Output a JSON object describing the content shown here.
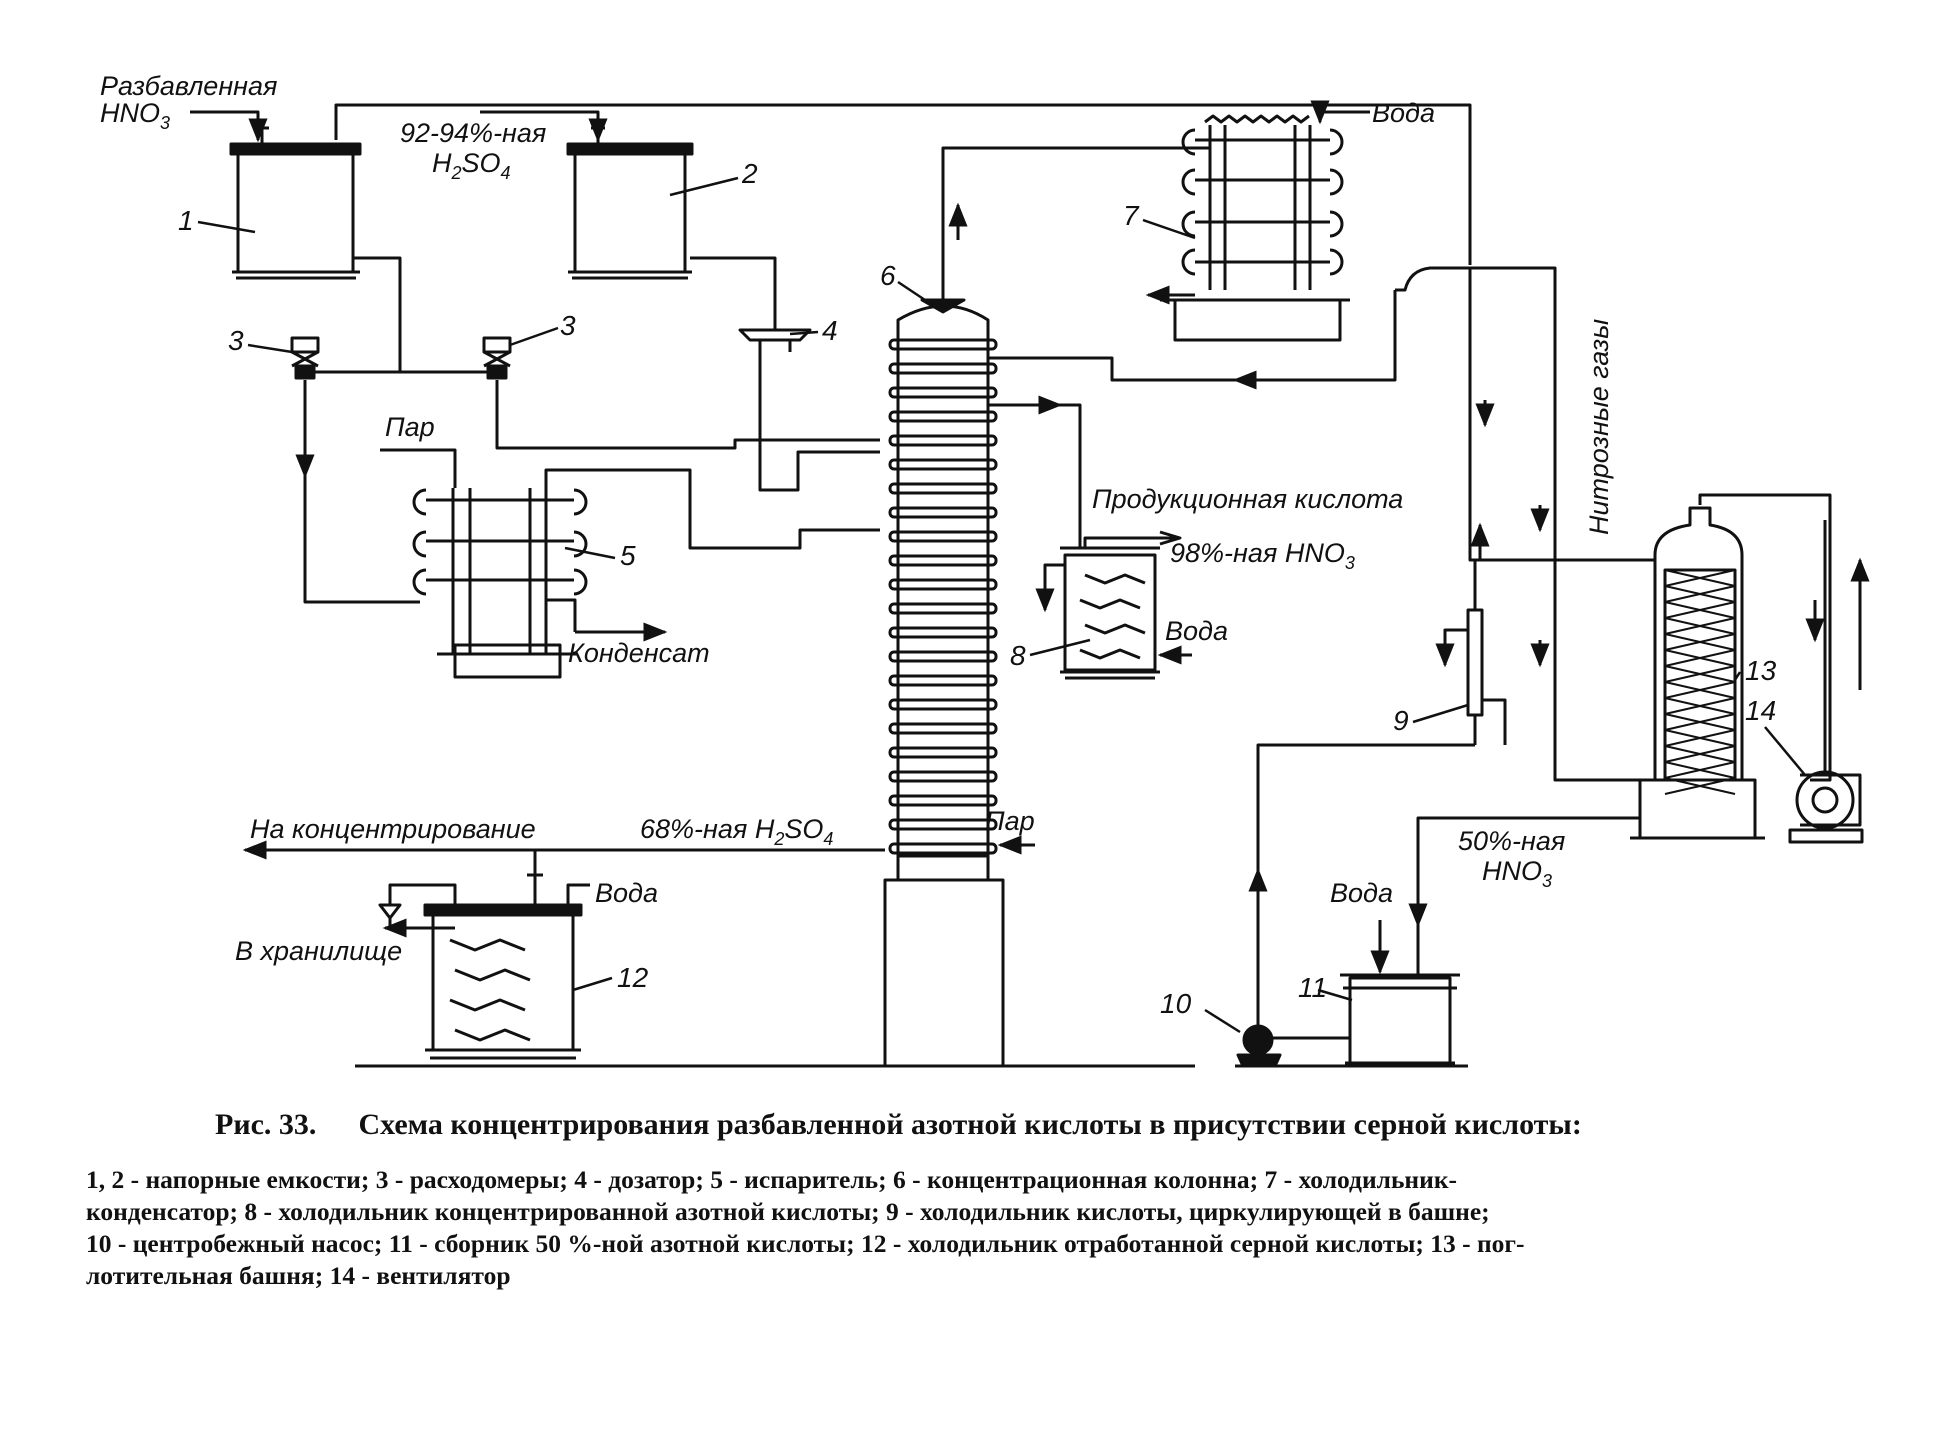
{
  "labels": {
    "dilute_hno3_word": "Разбавленная",
    "dilute_hno3_formula": "HNO",
    "formula_sub_3": "3",
    "h2so4_conc": "92-94%-ная",
    "h2so4_formula_h": "H",
    "h2so4_sub2": "2",
    "h2so4_formula_so": "SO",
    "h2so4_sub4": "4",
    "water_top": "Вода",
    "steam_evaporator": "Пар",
    "condensate": "Конденсат",
    "product_acid": "Продукционная кислота",
    "hno3_98_prefix": "98%-ная HNO",
    "water_cooler8": "Вода",
    "nitrous_gases": "Нитрозные газы",
    "to_concentration": "На концентрирование",
    "h2so4_68_prefix": "68%-ная H",
    "steam_column": "Пар",
    "water_cooler12": "Вода",
    "to_storage": "В хранилище",
    "hno3_50_line1": "50%-ная",
    "hno3_50_line2": "HNO",
    "water_collector": "Вода"
  },
  "numbers": {
    "n1": "1",
    "n2": "2",
    "n3a": "3",
    "n3b": "3",
    "n4": "4",
    "n5": "5",
    "n6": "6",
    "n7": "7",
    "n8": "8",
    "n9": "9",
    "n10": "10",
    "n11": "11",
    "n12": "12",
    "n13": "13",
    "n14": "14"
  },
  "caption": {
    "figure": "Рис. 33.",
    "title": "Схема концентрирования разбавленной азотной кислоты в присутствии серной кислоты:"
  },
  "legend_lines": [
    "1, 2 - напорные емкости; 3 - расходомеры; 4 - дозатор; 5 - испаритель; 6 - концентрационная колонна; 7 - холодильник-",
    "конденсатор; 8 - холодильник концентрированной азотной кислоты;  9 - холодильник кислоты, циркулирующей в башне;",
    "10 - центробежный насос; 11 - сборник  50 %-ной азотной кислоты; 12 - холодильник отработанной серной кислоты; 13 - пог-",
    "лотительная башня; 14 - вентилятор"
  ]
}
